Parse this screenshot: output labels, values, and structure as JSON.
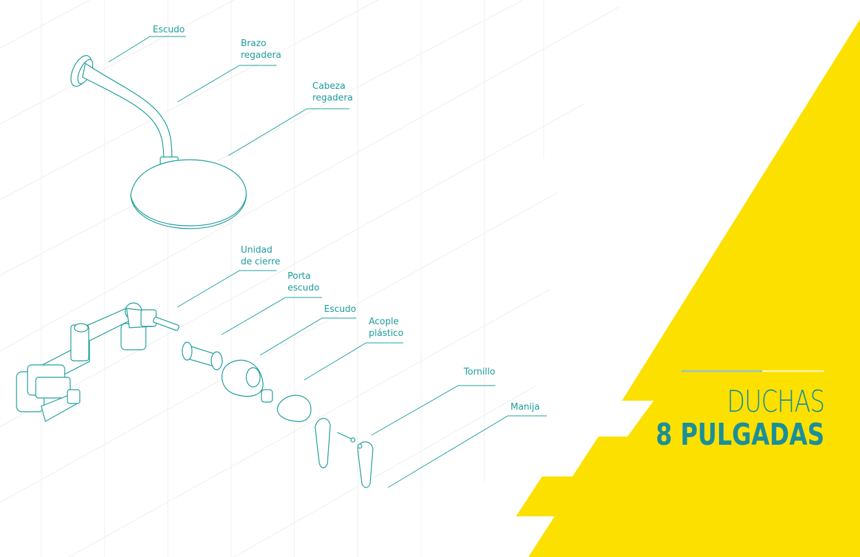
{
  "labels": {
    "escudo_top": "Escudo",
    "brazo_1": "Brazo",
    "brazo_2": "regadera",
    "cabeza_1": "Cabeza",
    "cabeza_2": "regadera",
    "unidad_1": "Unidad",
    "unidad_2": "de cierre",
    "porta_1": "Porta",
    "porta_2": "escudo",
    "escudo_bottom": "Escudo",
    "acople_1": "Acople",
    "acople_2": "plástico",
    "tornillo": "Tornillo",
    "manija": "Manija"
  },
  "title": {
    "line1": "DUCHAS",
    "line2": "8 PULGADAS"
  },
  "colors": {
    "accent": "#1a9c9a",
    "title": "#1a8f9a",
    "yellow": "#fce000",
    "grid": "#eceff0",
    "rule_blue": "#8fc3cf",
    "rule_light": "#fff6b0"
  }
}
